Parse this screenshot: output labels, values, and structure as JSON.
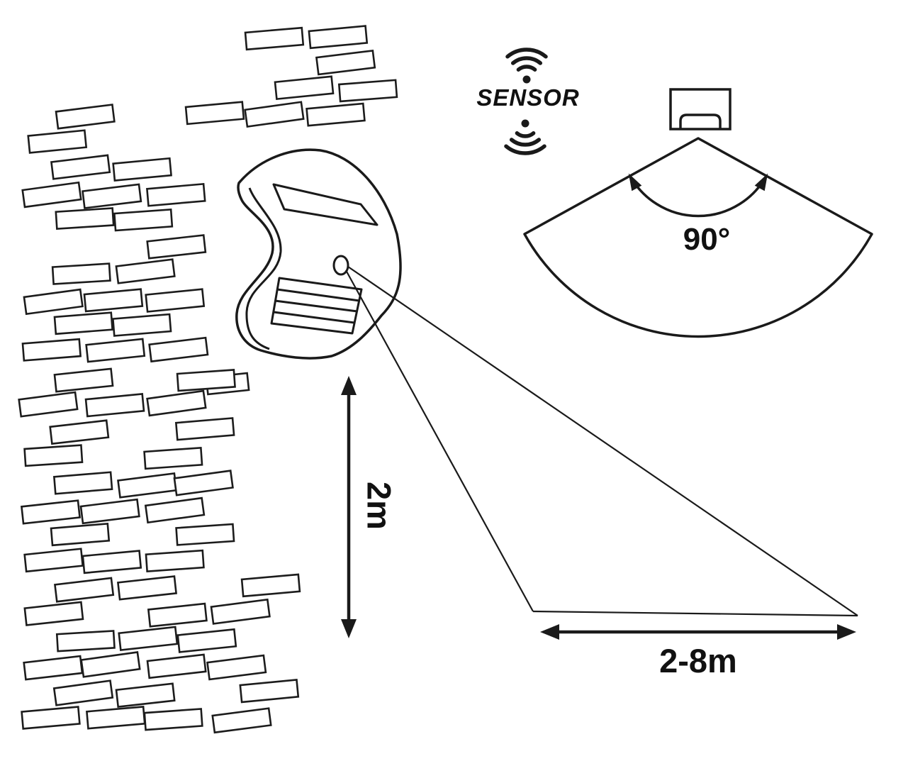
{
  "labels": {
    "sensor": "SENSOR",
    "angle": "90°",
    "mounting_height": "2m",
    "detection_range": "2-8m"
  },
  "icons": {
    "wall": "brick-wall",
    "device": "solar-sensor-wall-light",
    "signal": "radio-waves-icon",
    "fan": "detection-angle-fan",
    "mounted_unit": "mounted-sensor-icon"
  },
  "colors": {
    "ink": "#1a1a1a",
    "background": "#ffffff"
  }
}
